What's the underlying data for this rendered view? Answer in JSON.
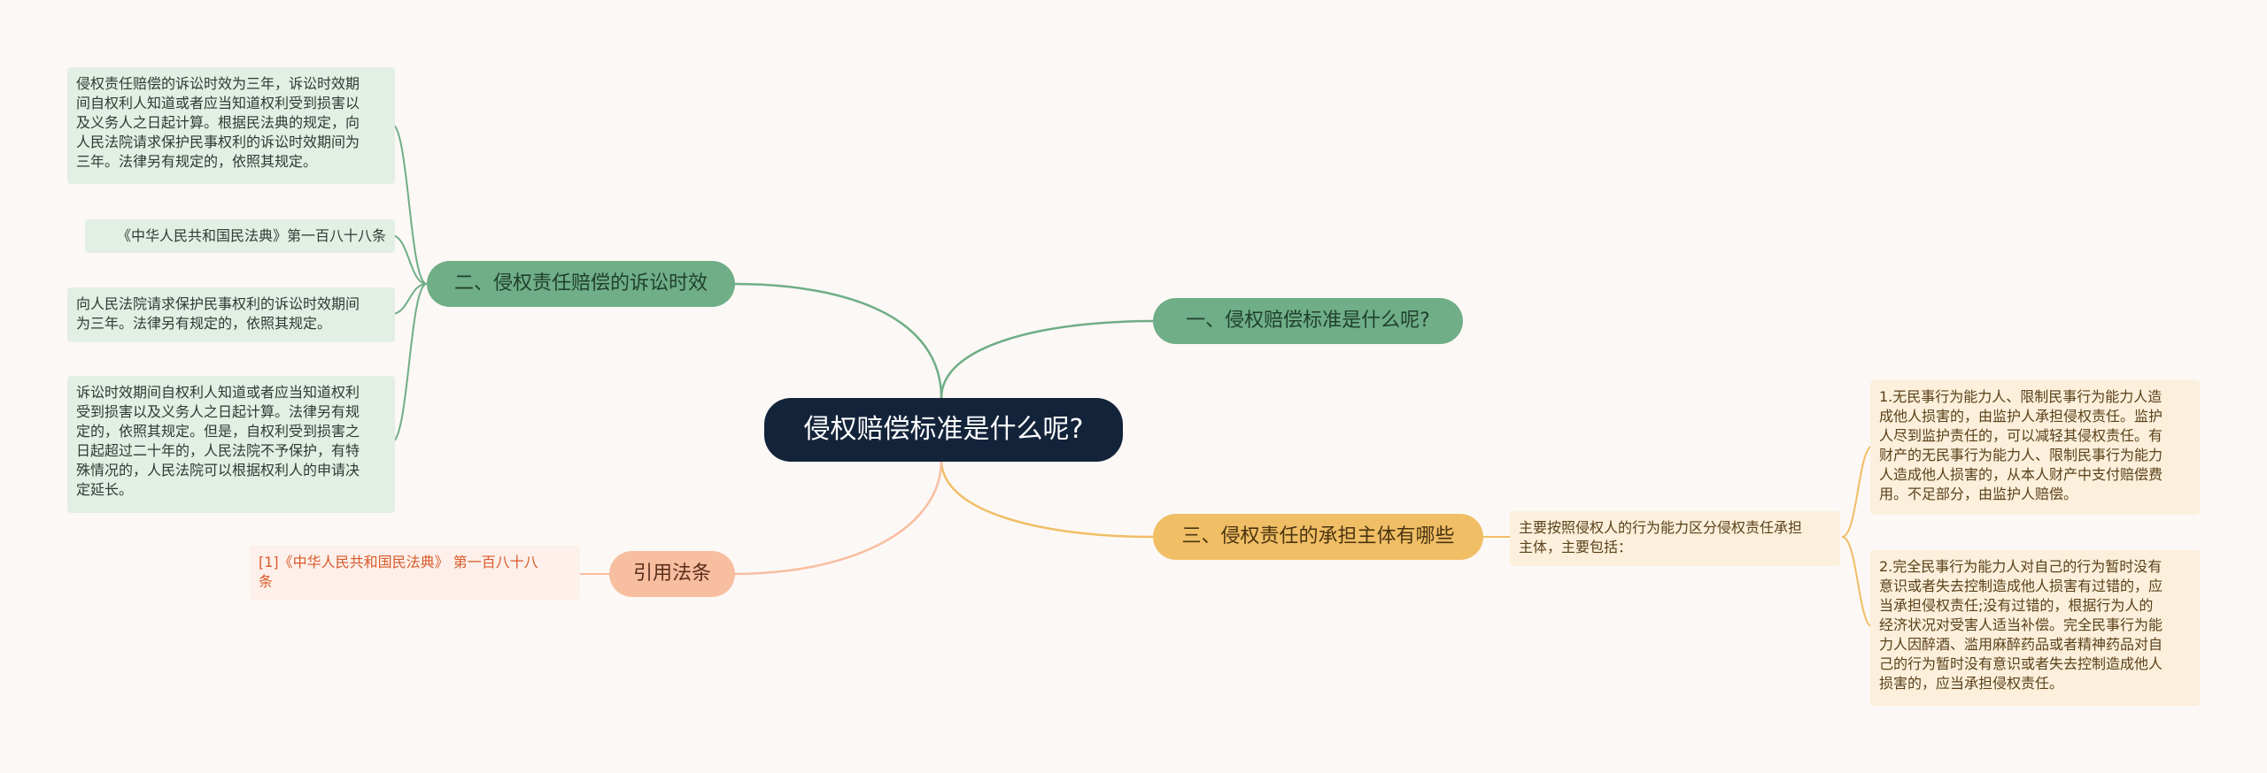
{
  "mindmap": {
    "root": {
      "label": "侵权赔偿标准是什么呢?"
    },
    "branches": [
      {
        "label": "一、侵权赔偿标准是什么呢?"
      },
      {
        "label": "二、侵权责任赔偿的诉讼时效",
        "leaves": [
          "侵权责任赔偿的诉讼时效为三年，诉讼时效期\n间自权利人知道或者应当知道权利受到损害以\n及义务人之日起计算。根据民法典的规定，向\n人民法院请求保护民事权利的诉讼时效期间为\n三年。法律另有规定的，依照其规定。",
          "《中华人民共和国民法典》第一百八十八条",
          "向人民法院请求保护民事权利的诉讼时效期间\n为三年。法律另有规定的，依照其规定。",
          "诉讼时效期间自权利人知道或者应当知道权利\n受到损害以及义务人之日起计算。法律另有规\n定的，依照其规定。但是，自权利受到损害之\n日起超过二十年的，人民法院不予保护，有特\n殊情况的，人民法院可以根据权利人的申请决\n定延长。"
        ]
      },
      {
        "label": "三、侵权责任的承担主体有哪些",
        "sub": "主要按照侵权人的行为能力区分侵权责任承担\n主体，主要包括：",
        "leaves": [
          "1.无民事行为能力人、限制民事行为能力人造\n成他人损害的，由监护人承担侵权责任。监护\n人尽到监护责任的，可以减轻其侵权责任。有\n财产的无民事行为能力人、限制民事行为能力\n人造成他人损害的，从本人财产中支付赔偿费\n用。不足部分，由监护人赔偿。",
          "2.完全民事行为能力人对自己的行为暂时没有\n意识或者失去控制造成他人损害有过错的，应\n当承担侵权责任;没有过错的，根据行为人的\n经济状况对受害人适当补偿。完全民事行为能\n力人因醉酒、滥用麻醉药品或者精神药品对自\n己的行为暂时没有意识或者失去控制造成他人\n损害的，应当承担侵权责任。"
        ]
      },
      {
        "label": "引用法条",
        "leaves": [
          "[1]《中华人民共和国民法典》 第一百八十八\n条"
        ]
      }
    ]
  },
  "colors": {
    "green": "#6fae86",
    "gold": "#f0be65",
    "peach": "#f8bea0",
    "root": "#13233a",
    "background": "#fcf8f6"
  }
}
